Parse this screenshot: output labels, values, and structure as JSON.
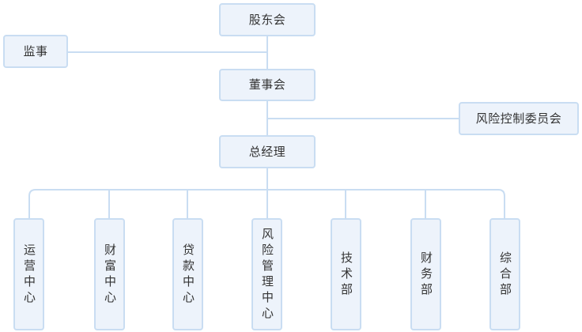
{
  "nodes": {
    "shareholders": "股东会",
    "supervisor": "监事",
    "board": "董事会",
    "risk_committee": "风险控制委员会",
    "general_manager": "总经理"
  },
  "departments": [
    "运营中心",
    "财富中心",
    "贷款中心",
    "风险管理中心",
    "技术部",
    "财务部",
    "综合部"
  ],
  "colors": {
    "box_fill": "#edf3fb",
    "box_border": "#c9ddf2",
    "line": "#c9ddf2",
    "text": "#333333"
  }
}
